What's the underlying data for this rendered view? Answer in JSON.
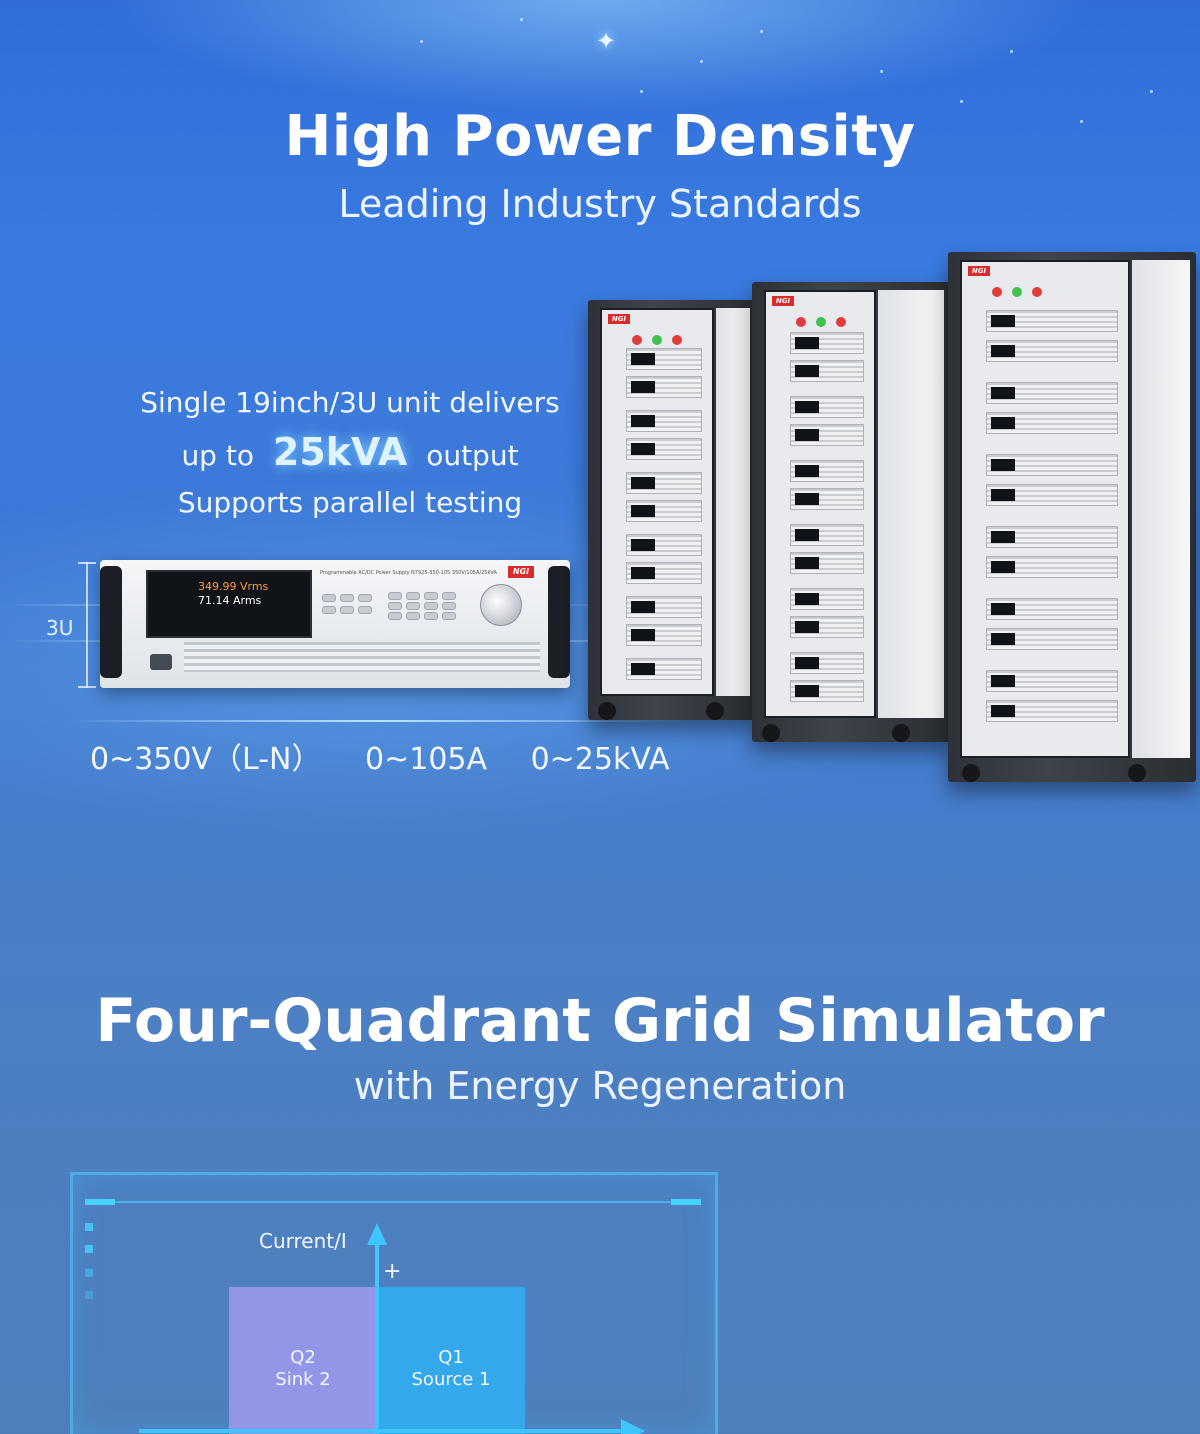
{
  "section1": {
    "title": "High Power Density",
    "subtitle": "Leading Industry Standards",
    "desc_line1": "Single 19inch/3U unit delivers",
    "desc_line2_pre": "up to",
    "desc_line2_value": "25kVA",
    "desc_line2_post": "output",
    "desc_line3": "Supports parallel testing",
    "unit_height_label": "3U",
    "specs": [
      "0~350V（L-N）",
      "0~105A",
      "0~25kVA"
    ],
    "unit_screen": {
      "voltage": "349.99  Vrms",
      "current": "71.14  Arms"
    },
    "unit_model_text": "Programmable AC/DC Power Supply   N7925-350-105   350V/105A/25kVA",
    "brand": "NGI"
  },
  "section2": {
    "title": "Four-Quadrant Grid Simulator",
    "subtitle": "with Energy Regeneration",
    "chart": {
      "y_axis_label": "Current/I",
      "positive_sign": "+",
      "q2_label": "Q2",
      "q2_name": "Sink 2",
      "q1_label": "Q1",
      "q1_name": "Source 1"
    }
  },
  "colors": {
    "accent_cyan": "#3fc6ff",
    "q1_blue": "#33a9ec",
    "q2_purple": "#9395e6",
    "brand_red": "#d92b2b"
  }
}
